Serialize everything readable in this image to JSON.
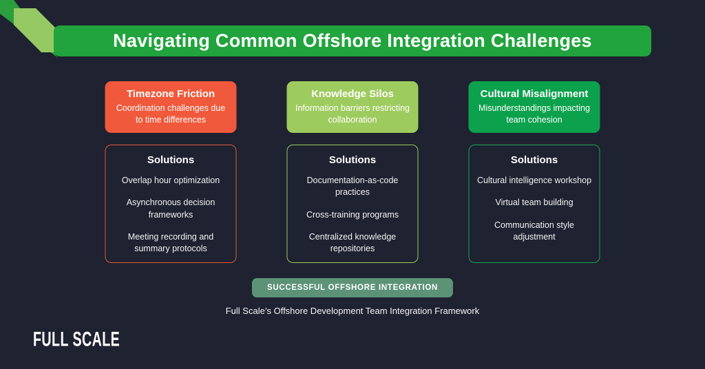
{
  "page": {
    "background": "#1F2230",
    "title": "Navigating Common Offshore Integration Challenges"
  },
  "colors": {
    "banner": "#21A33D",
    "ribbon_dark": "#2B9E3E",
    "ribbon_light": "#95C963",
    "badge": "#5C9377"
  },
  "columns": [
    {
      "id": "timezone-friction",
      "card_color": "#F0593B",
      "border_color": "#E2593C",
      "challenge_title": "Timezone Friction",
      "challenge_description": "Coordination challenges due to time differences",
      "solutions_title": "Solutions",
      "solutions": [
        "Overlap hour optimization",
        "Asynchronous decision frameworks",
        "Meeting recording and summary protocols"
      ]
    },
    {
      "id": "knowledge-silos",
      "card_color": "#9ECB5E",
      "border_color": "#9CCB5F",
      "challenge_title": "Knowledge Silos",
      "challenge_description": "Information barriers restricting collaboration",
      "solutions_title": "Solutions",
      "solutions": [
        "Documentation-as-code practices",
        "Cross-training programs",
        "Centralized knowledge repositories"
      ]
    },
    {
      "id": "cultural-misalignment",
      "card_color": "#0CA14C",
      "border_color": "#12A851",
      "challenge_title": "Cultural Misalignment",
      "challenge_description": "Misunderstandings impacting team cohesion",
      "solutions_title": "Solutions",
      "solutions": [
        "Cultural intelligence workshop",
        "Virtual team building",
        "Communication style adjustment"
      ]
    }
  ],
  "footer": {
    "badge_label": "SUCCESSFUL OFFSHORE INTEGRATION",
    "caption": "Full Scale’s Offshore Development Team Integration Framework",
    "logo_text": "FULL SCALE"
  }
}
